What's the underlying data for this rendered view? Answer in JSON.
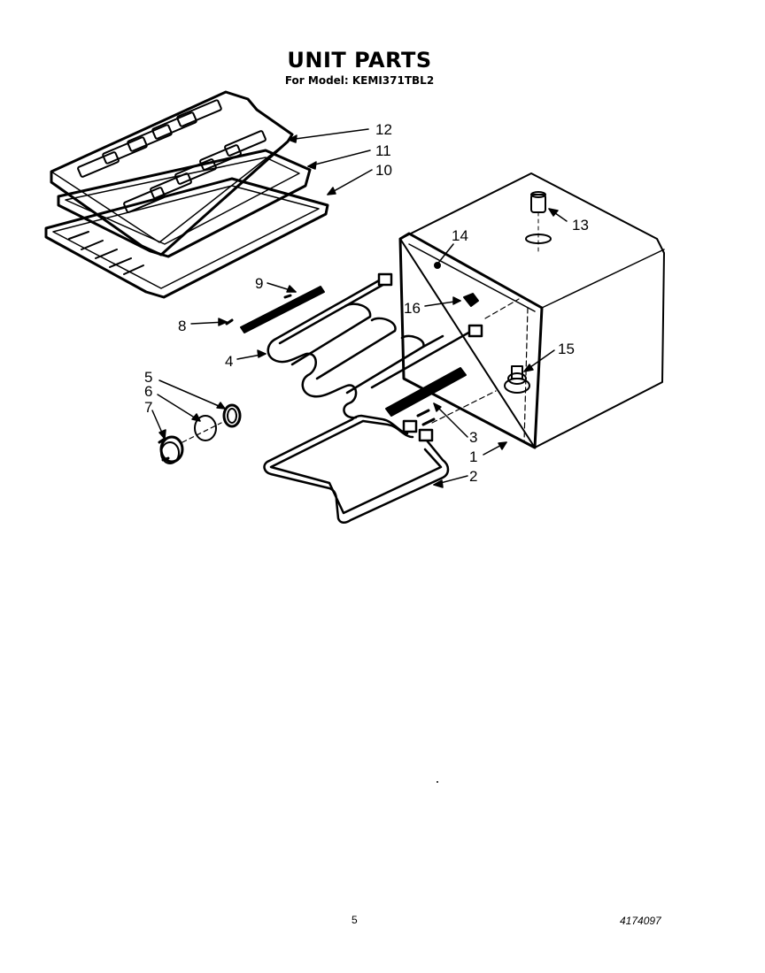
{
  "header": {
    "title": "UNIT PARTS",
    "subtitle": "For Model: KEMI371TBL2"
  },
  "callouts": [
    "1",
    "2",
    "3",
    "4",
    "5",
    "6",
    "7",
    "8",
    "9",
    "10",
    "11",
    "12",
    "13",
    "14",
    "15",
    "16"
  ],
  "footer": {
    "page_number": "5",
    "doc_number": "4174097"
  }
}
